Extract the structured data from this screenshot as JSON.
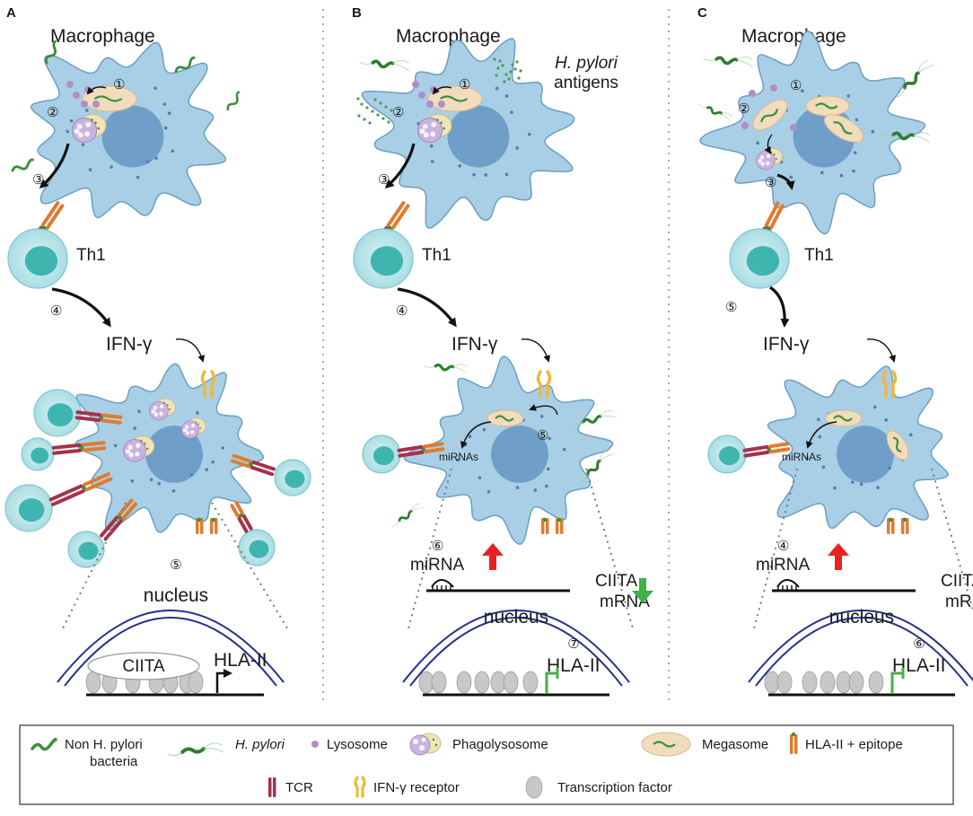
{
  "panels": [
    {
      "letter": "A",
      "cell_label": "Macrophage",
      "antigen_label": "",
      "antigen_label2": "",
      "th1_label": "Th1",
      "cytokine_label": "IFN-γ",
      "mirna_small": "",
      "step_top": [
        "①",
        "②",
        "③"
      ],
      "step_cytokine": "④",
      "step_mirna": "",
      "step_nucleus": "⑤",
      "step_hla": "",
      "mirna_label": "",
      "ciita_mrna_1": "",
      "ciita_mrna_2": "",
      "nucleus_label": "nucleus",
      "ciita_label": "CIITA",
      "hla_label": "HLA-II"
    },
    {
      "letter": "B",
      "cell_label": "Macrophage",
      "antigen_label": "H. pylori",
      "antigen_label2": "antigens",
      "th1_label": "Th1",
      "cytokine_label": "IFN-γ",
      "mirna_small": "miRNAs",
      "step_top": [
        "①",
        "②",
        "③"
      ],
      "step_cytokine": "④",
      "step_infect": "⑤",
      "step_mirna": "⑥",
      "step_hla": "⑦",
      "mirna_label": "miRNA",
      "ciita_mrna_1": "CIITA",
      "ciita_mrna_2": "mRNA",
      "nucleus_label": "nucleus",
      "ciita_label": "",
      "hla_label": "HLA-II"
    },
    {
      "letter": "C",
      "cell_label": "Macrophage",
      "antigen_label": "",
      "antigen_label2": "",
      "th1_label": "Th1",
      "cytokine_label": "IFN-γ",
      "mirna_small": "miRNAs",
      "step_top": [
        "①",
        "②",
        "③"
      ],
      "step_cytokine": "⑤",
      "step_mirna": "④",
      "step_hla": "⑥",
      "mirna_label": "miRNA",
      "ciita_mrna_1": "CIITA",
      "ciita_mrna_2": "mRNA",
      "nucleus_label": "nucleus",
      "ciita_label": "",
      "hla_label": "HLA-II"
    }
  ],
  "legend": {
    "non_hp_1": "Non H. pylori",
    "non_hp_2": "bacteria",
    "hp": "H. pylori",
    "lysosome": "Lysosome",
    "phagolysosome": "Phagolysosome",
    "megasome": "Megasome",
    "hla_epitope": "HLA-II + epitope",
    "tcr": "TCR",
    "ifn_receptor": "IFN-γ receptor",
    "tf": "Transcription factor"
  },
  "colors": {
    "cell_fill": "#a9cfe6",
    "cell_stroke": "#6a9fc2",
    "nucleus_fill": "#6f9fc8",
    "th1_outer": "#bfe6ec",
    "th1_inner": "#3fb5b0",
    "bacteria": "#3d8f3d",
    "megasome": "#f1dcbd",
    "lysosome": "#b18dc4",
    "tcr": "#a8304a",
    "ifn_receptor": "#f0b73a",
    "tf": "#c8c8c8",
    "nuclear_membrane": "#27308a",
    "up_arrow": "#e8231f",
    "down_arrow": "#43b049"
  }
}
